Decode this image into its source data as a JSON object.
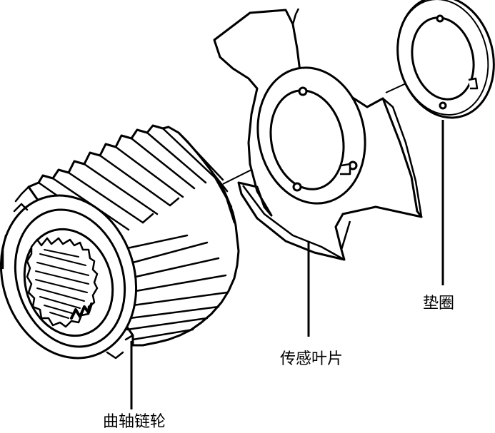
{
  "labels": {
    "sprocket": "曲轴链轮",
    "vane": "传感叶片",
    "washer": "垫圈"
  }
}
